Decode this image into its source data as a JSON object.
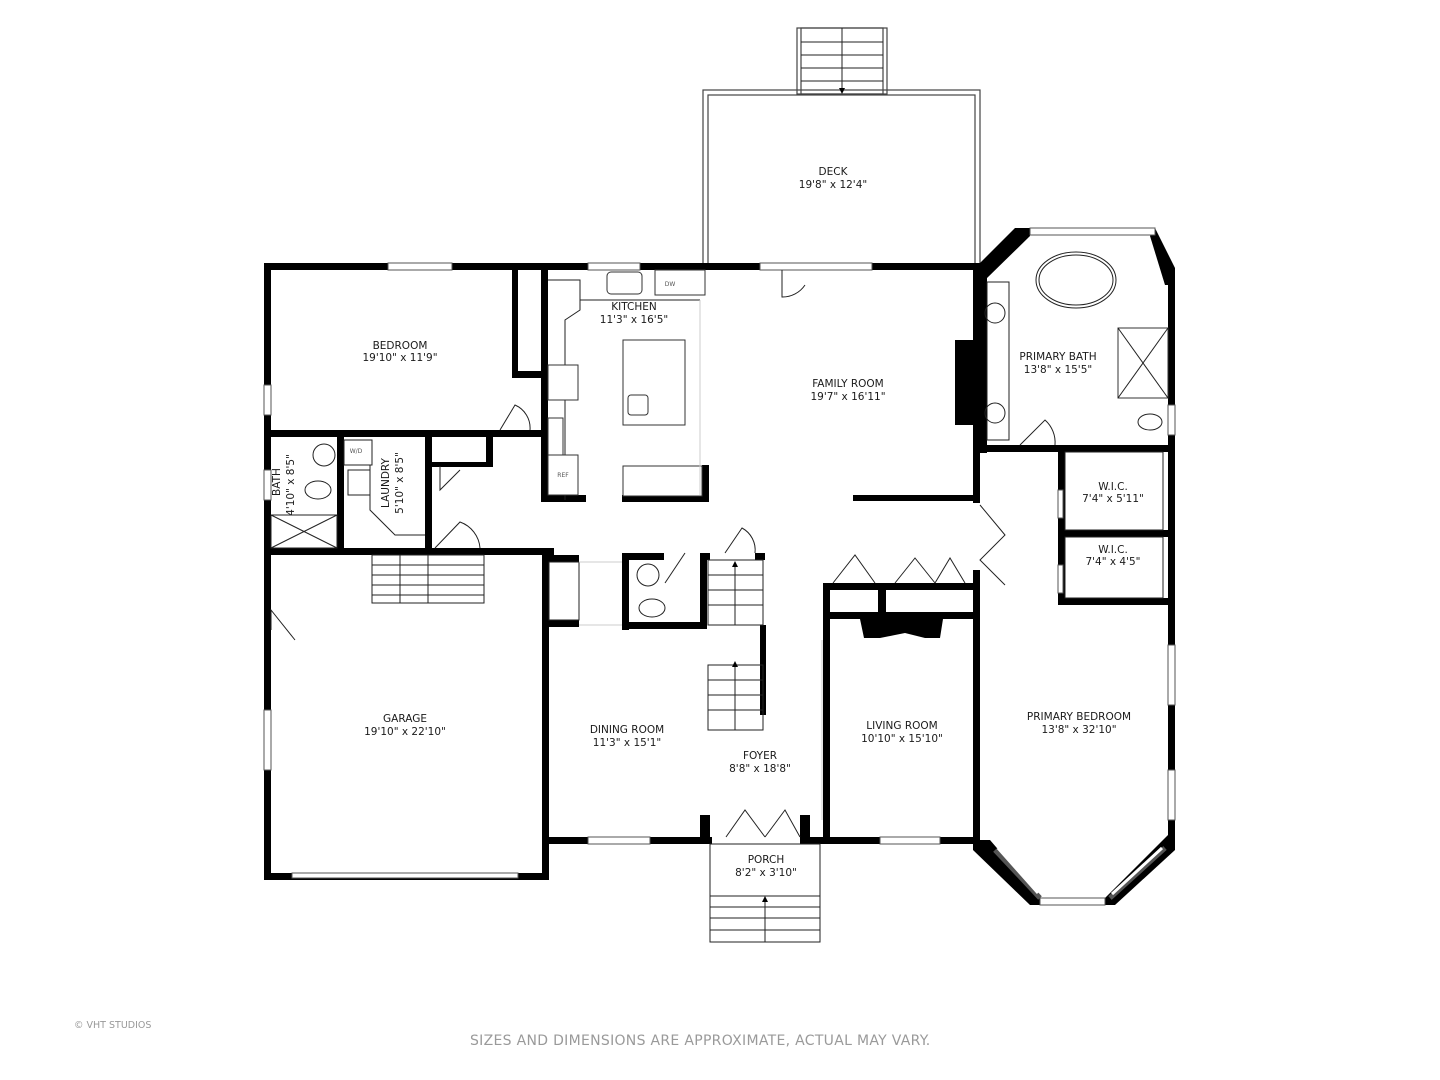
{
  "plan": {
    "rooms": {
      "deck": {
        "name": "DECK",
        "dims": "19'8\" x 12'4\""
      },
      "bedroom": {
        "name": "BEDROOM",
        "dims": "19'10\" x 11'9\""
      },
      "kitchen": {
        "name": "KITCHEN",
        "dims": "11'3\" x 16'5\""
      },
      "family_room": {
        "name": "FAMILY ROOM",
        "dims": "19'7\" x 16'11\""
      },
      "primary_bath": {
        "name": "PRIMARY BATH",
        "dims": "13'8\" x 15'5\""
      },
      "bath": {
        "name": "BATH",
        "dims": "4'10\" x 8'5\""
      },
      "laundry": {
        "name": "LAUNDRY",
        "dims": "5'10\" x 8'5\""
      },
      "wic_1": {
        "name": "W.I.C.",
        "dims": "7'4\" x 5'11\""
      },
      "wic_2": {
        "name": "W.I.C.",
        "dims": "7'4\" x 4'5\""
      },
      "garage": {
        "name": "GARAGE",
        "dims": "19'10\" x 22'10\""
      },
      "dining_room": {
        "name": "DINING ROOM",
        "dims": "11'3\" x 15'1\""
      },
      "foyer": {
        "name": "FOYER",
        "dims": "8'8\" x 18'8\""
      },
      "living_room": {
        "name": "LIVING ROOM",
        "dims": "10'10\" x 15'10\""
      },
      "primary_bedroom": {
        "name": "PRIMARY BEDROOM",
        "dims": "13'8\" x 32'10\""
      },
      "porch": {
        "name": "PORCH",
        "dims": "8'2\" x 3'10\""
      }
    },
    "fixtures": {
      "dw": "DW",
      "ref": "REF",
      "wd": "W/D"
    }
  },
  "footer": {
    "copyright": "© VHT STUDIOS",
    "disclaimer": "SIZES AND DIMENSIONS ARE APPROXIMATE, ACTUAL MAY VARY."
  }
}
